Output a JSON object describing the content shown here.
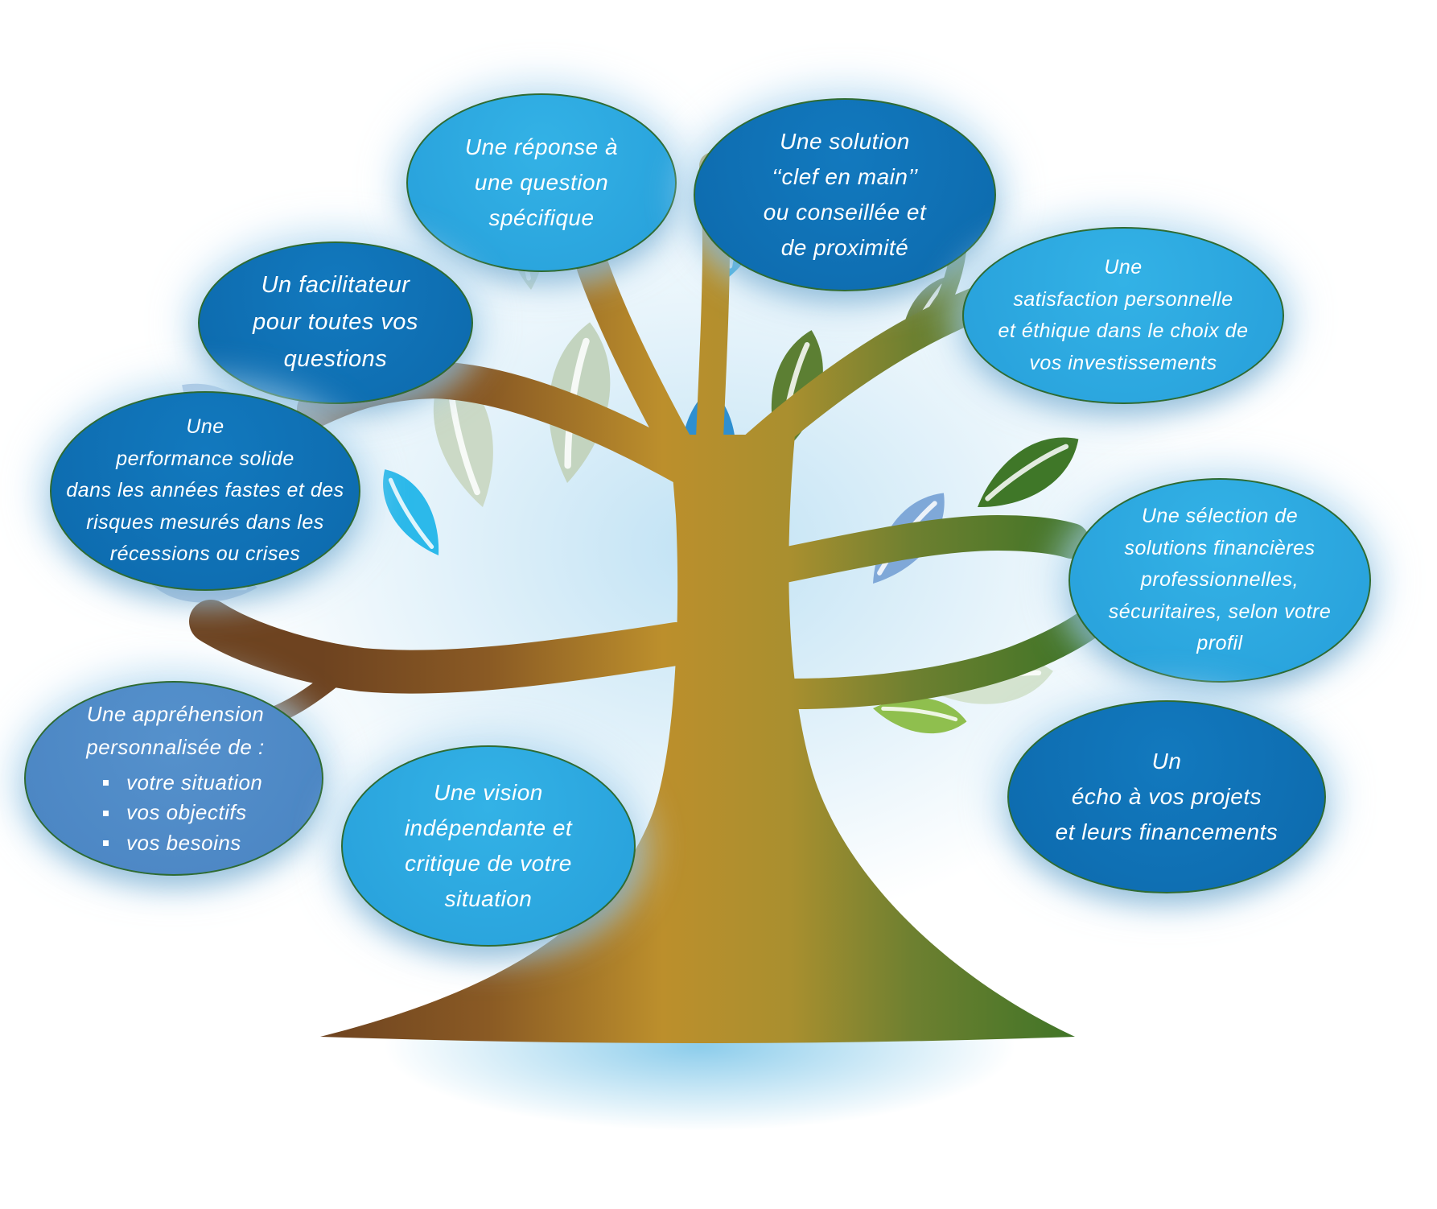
{
  "bubbles": [
    {
      "name": "reponse-question",
      "tone": "light",
      "text": "Une réponse à\nune question\nspécifique"
    },
    {
      "name": "solution-clef-en-main",
      "tone": "dark",
      "text": "Une solution\n‘‘clef en main’’\nou conseillée et\nde proximité"
    },
    {
      "name": "facilitateur",
      "tone": "dark",
      "text": "Un facilitateur\npour toutes vos\nquestions"
    },
    {
      "name": "satisfaction",
      "tone": "light",
      "text": "Une\nsatisfaction personnelle\net éthique dans le choix de\nvos investissements"
    },
    {
      "name": "performance",
      "tone": "dark",
      "text": "Une\nperformance solide\ndans les années fastes et des\nrisques mesurés dans les\nrécessions ou crises"
    },
    {
      "name": "selection",
      "tone": "light",
      "text": "Une sélection de\nsolutions financières\nprofessionnelles,\nsécuritaires, selon votre\nprofil"
    },
    {
      "name": "apprehension",
      "tone": "medium",
      "intro": "Une appréhension\npersonnalisée de :",
      "bullets": [
        "votre situation",
        "vos objectifs",
        "vos besoins"
      ]
    },
    {
      "name": "vision",
      "tone": "light",
      "text": "Une vision\nindépendante et\ncritique de votre\nsituation"
    },
    {
      "name": "echo",
      "tone": "dark",
      "text": "Un\nécho à vos projets\net leurs financements"
    }
  ],
  "colors": {
    "bubble_light": "#29ABE2",
    "bubble_dark": "#0E72B9",
    "bubble_medium": "#4F8CC9",
    "bubble_border": "#2E6B33",
    "text": "#FFFFFF",
    "trunk_brown": "#6E4320",
    "trunk_gold": "#BC8F2C",
    "trunk_green": "#3F7427",
    "glow": "#BADFF3",
    "leaf_sage": "#CBD9C6",
    "leaf_steel": "#AFC2DE",
    "leaf_cyan": "#29ABE2",
    "leaf_blue": "#2E8FD0",
    "leaf_olive": "#5C7F33",
    "leaf_green": "#3F7728",
    "leaf_lightgreen": "#8FBF4E"
  }
}
